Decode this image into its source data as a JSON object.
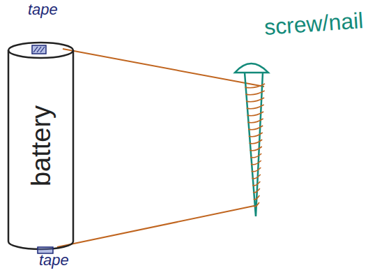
{
  "diagram": {
    "nodes": [
      {
        "text": [
          "battery"
        ]
      },
      {
        "text": [
          "screw/nail"
        ]
      }
    ],
    "edges": [
      {
        "from": 0,
        "to": 1,
        "arrow": "none"
      },
      {
        "from": 0,
        "to": 1,
        "arrow": "none"
      }
    ],
    "labels": [
      "tape",
      "tape"
    ]
  }
}
